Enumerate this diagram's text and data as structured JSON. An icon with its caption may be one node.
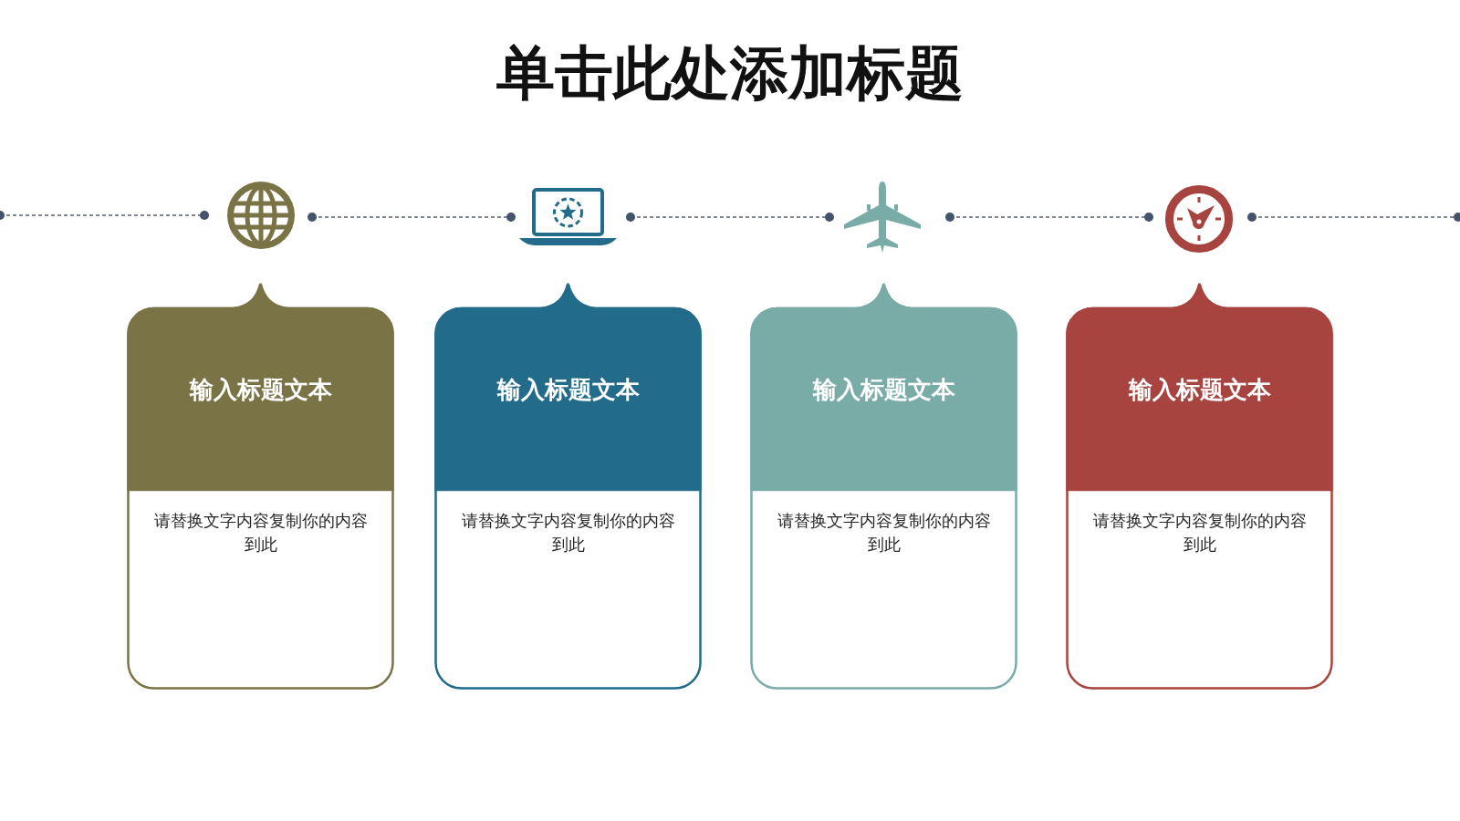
{
  "diagram": {
    "title": "单击此处添加标题",
    "nodes": [
      {
        "text": [],
        "shape": "picture"
      },
      {
        "text": [],
        "shape": "picture"
      },
      {
        "text": [],
        "shape": "picture"
      },
      {
        "text": [],
        "shape": "picture"
      },
      {
        "text": [
          "输入标题文本",
          "请替换文字内容复制你的内容到此"
        ]
      },
      {
        "text": [
          "输入标题文本",
          "请替换文字内容复制你的内容到此"
        ]
      },
      {
        "text": [
          "输入标题文本",
          "请替换文字内容复制你的内容到此"
        ]
      },
      {
        "text": [
          "输入标题文本",
          "请替换文字内容复制你的内容到此"
        ]
      }
    ],
    "edges": [
      {
        "from": null,
        "to": 0,
        "arrow": "other",
        "style": "dashed"
      },
      {
        "from": 0,
        "to": 1,
        "arrow": "other",
        "style": "dashed"
      },
      {
        "from": 1,
        "to": 2,
        "arrow": "other",
        "style": "dashed"
      },
      {
        "from": 2,
        "to": 3,
        "arrow": "other",
        "style": "dashed"
      },
      {
        "from": 3,
        "to": null,
        "arrow": "other",
        "style": "dashed"
      }
    ]
  }
}
